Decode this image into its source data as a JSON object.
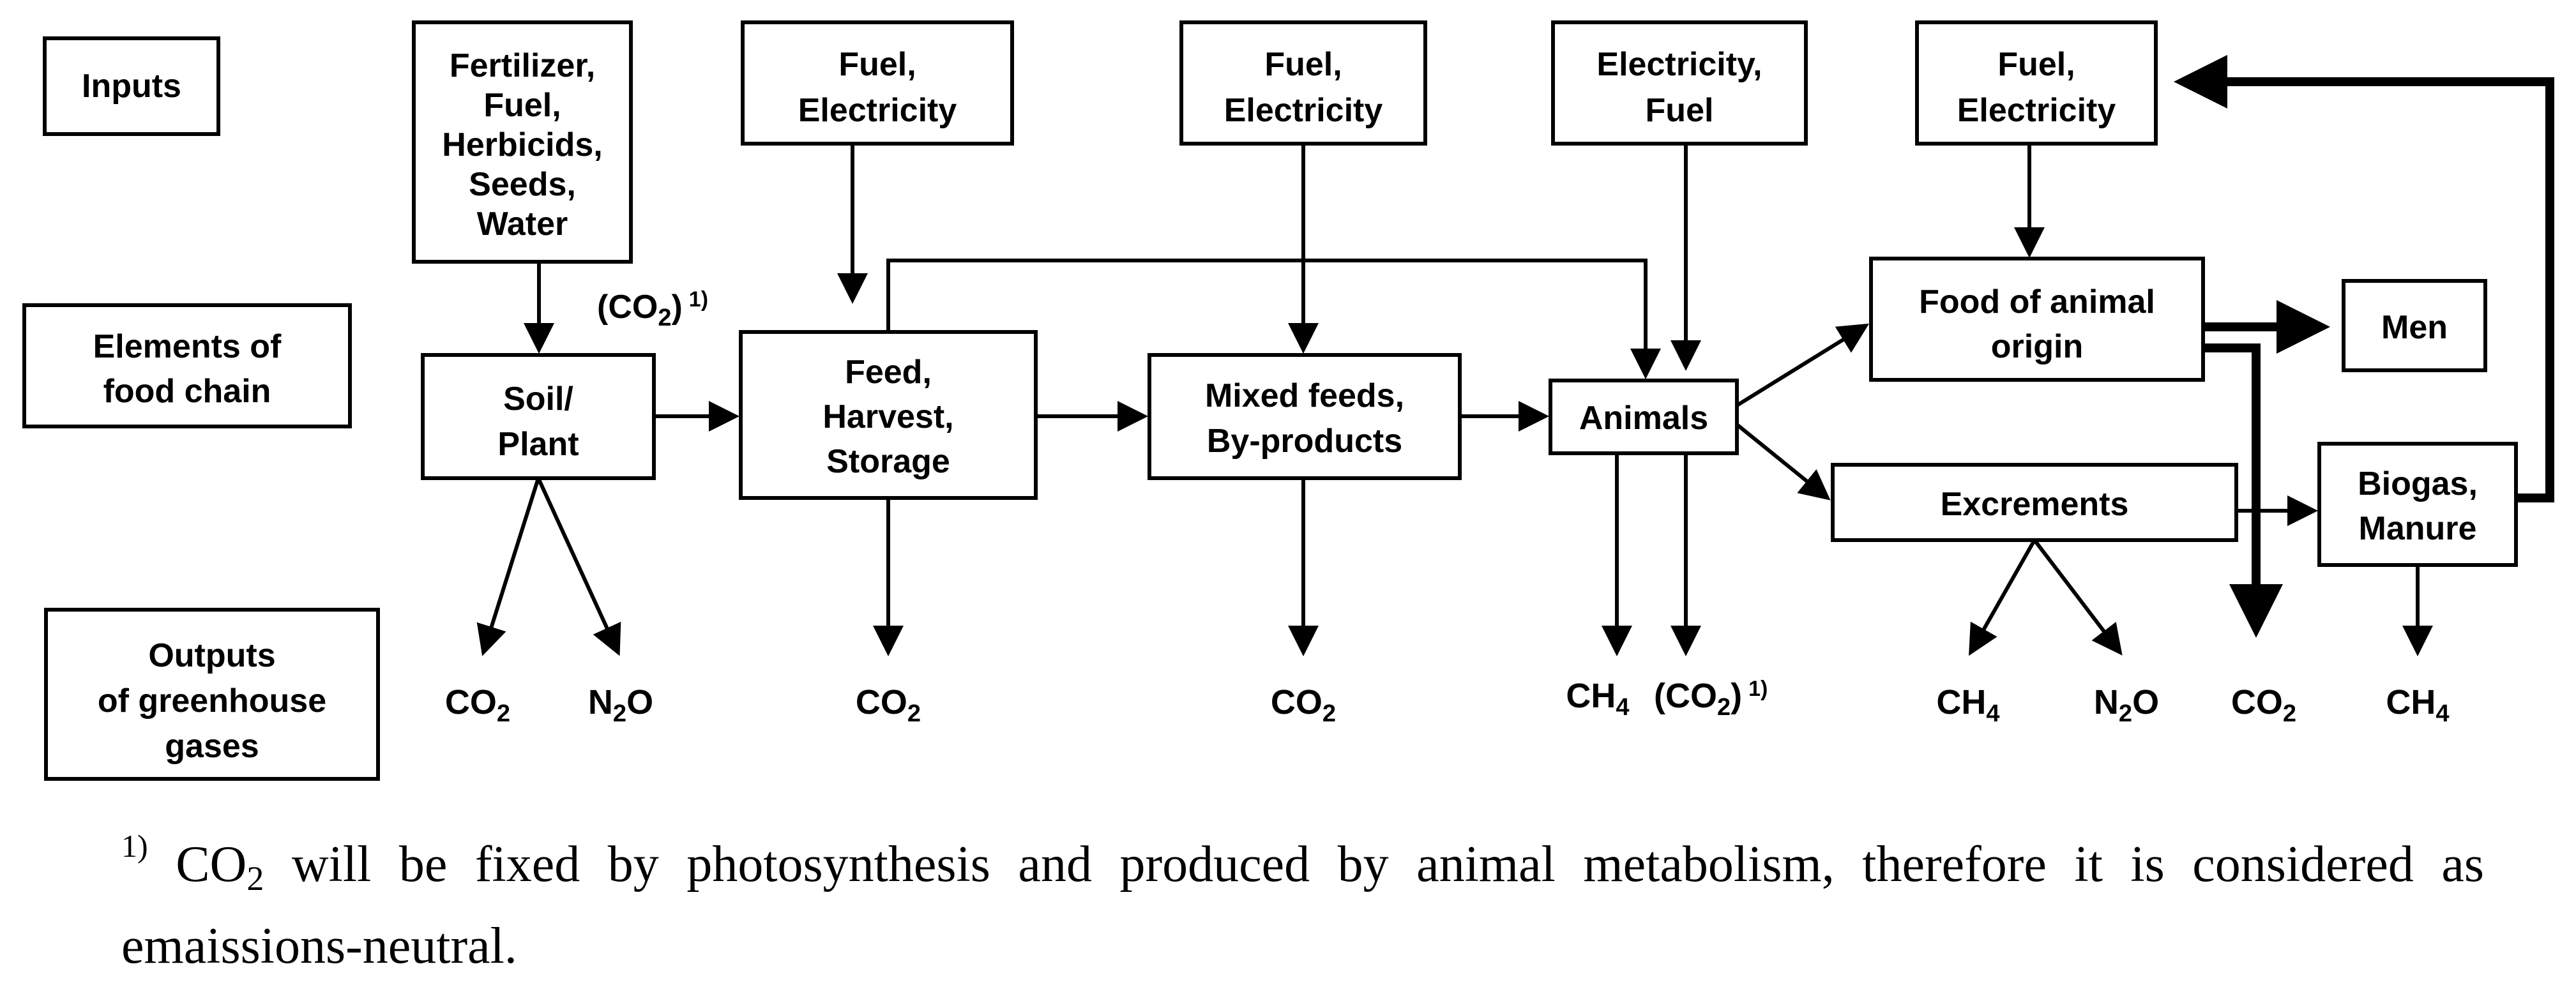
{
  "row_labels": {
    "inputs": [
      "Inputs"
    ],
    "elements": [
      "Elements of",
      "food chain"
    ],
    "outputs": [
      "Outputs",
      "of greenhouse",
      "gases"
    ]
  },
  "inputs": {
    "soil": [
      "Fertilizer,",
      "Fuel,",
      "Herbicids,",
      "Seeds,",
      "Water"
    ],
    "feed": [
      "Fuel,",
      "Electricity"
    ],
    "mixed": [
      "Fuel,",
      "Electricity"
    ],
    "animals": [
      "Electricity,",
      "Fuel"
    ],
    "food": [
      "Fuel,",
      "Electricity"
    ]
  },
  "elements": {
    "soil": [
      "Soil/",
      "Plant"
    ],
    "feed": [
      "Feed,",
      "Harvest,",
      "Storage"
    ],
    "mixed": [
      "Mixed feeds,",
      "By-products"
    ],
    "animals": [
      "Animals"
    ],
    "food": [
      "Food of animal",
      "origin"
    ],
    "men": [
      "Men"
    ],
    "excrements": [
      "Excrements"
    ],
    "biogas": [
      "Biogas,",
      "Manure"
    ]
  },
  "co2_note": {
    "base": "(CO",
    "sub": "2",
    "close": ")",
    "sup": "1)"
  },
  "outputs": [
    {
      "base": "CO",
      "sub": "2"
    },
    {
      "base": "N",
      "sub": "2",
      "tail": "O"
    },
    {
      "base": "CO",
      "sub": "2"
    },
    {
      "base": "CO",
      "sub": "2"
    },
    {
      "base": "CH",
      "sub": "4"
    },
    {
      "base": "(CO",
      "sub": "2",
      "tail": ")",
      "sup": "1)"
    },
    {
      "base": "CH",
      "sub": "4"
    },
    {
      "base": "N",
      "sub": "2",
      "tail": "O"
    },
    {
      "base": "CO",
      "sub": "2"
    },
    {
      "base": "CH",
      "sub": "4"
    }
  ],
  "footnote": {
    "marker": "1)",
    "pre": "CO",
    "sub": "2",
    "text": " will be fixed by photosynthesis and produced by animal metabolism, therefore it is considered as emaissions-neutral."
  }
}
